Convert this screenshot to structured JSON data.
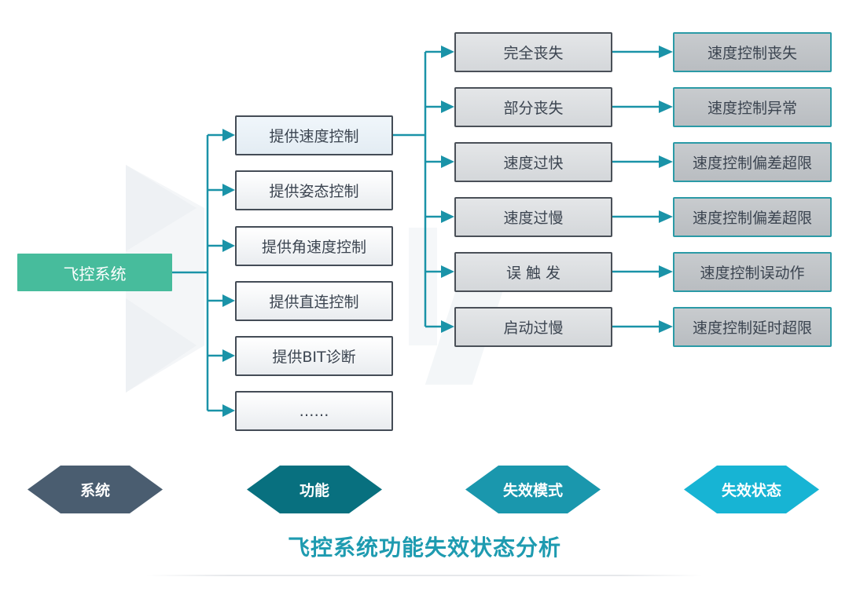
{
  "diagram": {
    "title": "飞控系统功能失效状态分析",
    "root": {
      "label": "飞控系统"
    },
    "functions": [
      {
        "label": "提供速度控制"
      },
      {
        "label": "提供姿态控制"
      },
      {
        "label": "提供角速度控制"
      },
      {
        "label": "提供直连控制"
      },
      {
        "label": "提供BIT诊断"
      },
      {
        "label": "……"
      }
    ],
    "failure_modes": [
      {
        "label": "完全丧失"
      },
      {
        "label": "部分丧失"
      },
      {
        "label": "速度过快"
      },
      {
        "label": "速度过慢"
      },
      {
        "label": "误 触 发"
      },
      {
        "label": "启动过慢"
      }
    ],
    "failure_states": [
      {
        "label": "速度控制丧失"
      },
      {
        "label": "速度控制异常"
      },
      {
        "label": "速度控制偏差超限"
      },
      {
        "label": "速度控制偏差超限"
      },
      {
        "label": "速度控制误动作"
      },
      {
        "label": "速度控制延时超限"
      }
    ],
    "legend": [
      {
        "label": "系统",
        "color": "#4a5d70"
      },
      {
        "label": "功能",
        "color": "#08707f"
      },
      {
        "label": "失效模式",
        "color": "#1a97ad"
      },
      {
        "label": "失效状态",
        "color": "#17b4d4"
      }
    ],
    "colors": {
      "connector": "#1a93a8",
      "root_fill": "#47bc9c",
      "title": "#1e9bb0"
    }
  }
}
